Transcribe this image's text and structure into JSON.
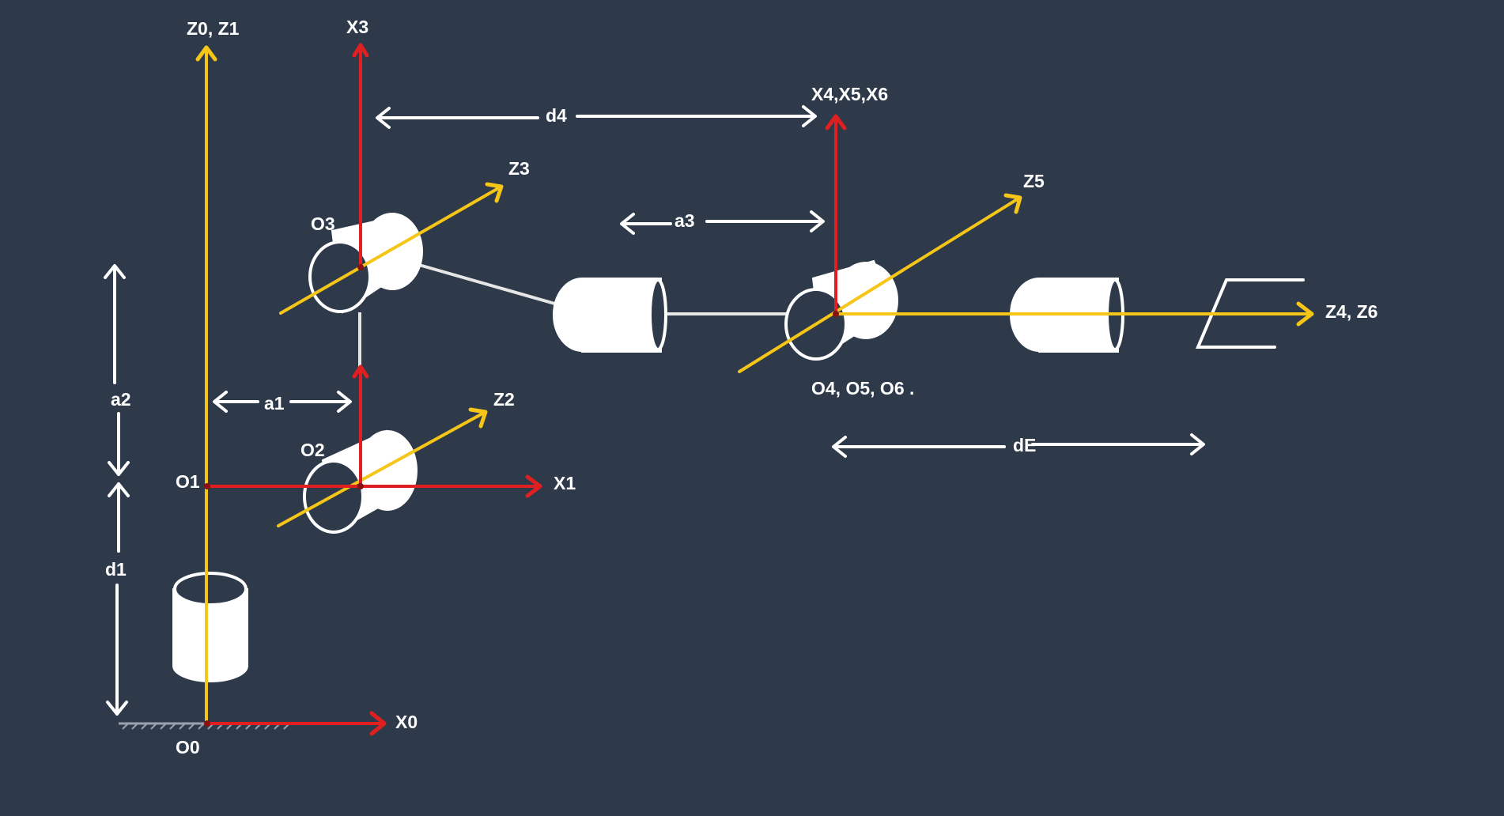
{
  "colors": {
    "background": "#2e3a4a",
    "x_axis": "#e02020",
    "z_axis": "#f5c518",
    "dimension": "#ffffff",
    "joint": "#ffffff"
  },
  "labels": {
    "z0_z1": "Z0, Z1",
    "x3": "X3",
    "x4_x5_x6": "X4,X5,X6",
    "z3": "Z3",
    "z5": "Z5",
    "z2": "Z2",
    "x1": "X1",
    "x0": "X0",
    "z4_z6": "Z4, Z6",
    "o0": "O0",
    "o1": "O1",
    "o2": "O2",
    "o3": "O3",
    "o4_o5_o6": "O4, O5, O6 ."
  },
  "dimensions": {
    "d4": "d4",
    "a3": "a3",
    "a2": "a2",
    "a1": "a1",
    "d1": "d1",
    "dE": "dE"
  }
}
